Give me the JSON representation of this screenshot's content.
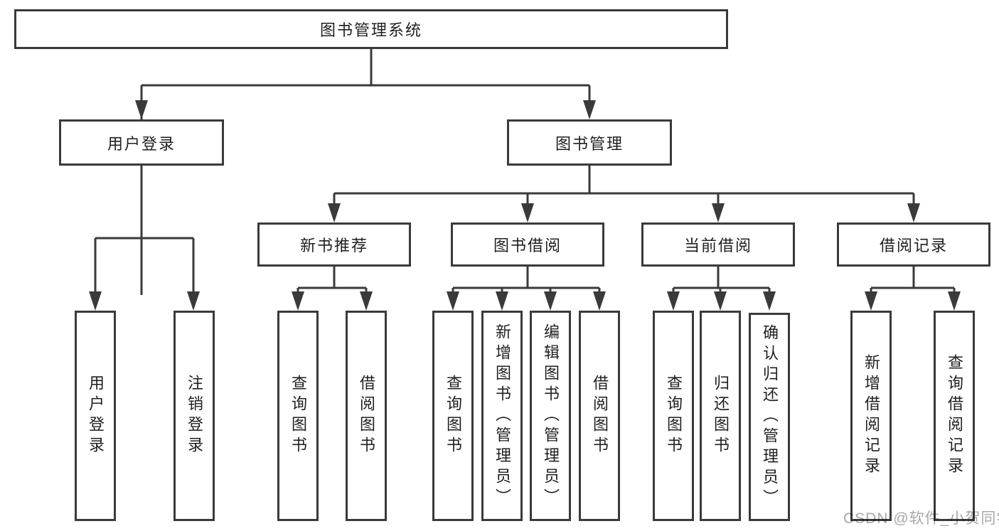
{
  "diagram": {
    "root": {
      "label": "图书管理系统"
    },
    "user_login": {
      "label": "用户登录",
      "children": [
        {
          "label": "用户登录"
        },
        {
          "label": "注销登录"
        }
      ]
    },
    "book_mgmt": {
      "label": "图书管理"
    },
    "new_book_rec": {
      "label": "新书推荐",
      "children": [
        {
          "label": "查询图书"
        },
        {
          "label": "借阅图书"
        }
      ]
    },
    "book_borrow": {
      "label": "图书借阅",
      "children": [
        {
          "label": "查询图书"
        },
        {
          "label": "新增图书（管理员）"
        },
        {
          "label": "编辑图书（管理员）"
        },
        {
          "label": "借阅图书"
        }
      ]
    },
    "current_borrow": {
      "label": "当前借阅",
      "children": [
        {
          "label": "查询图书"
        },
        {
          "label": "归还图书"
        },
        {
          "label": "确认归还（管理员）"
        }
      ]
    },
    "borrow_records": {
      "label": "借阅记录",
      "children": [
        {
          "label": "新增借阅记录"
        },
        {
          "label": "查询借阅记录"
        }
      ]
    }
  },
  "watermark": {
    "text": "CSDN @软件_小贺同学"
  },
  "colors": {
    "line": "#3a3a3a",
    "text": "#1f1f1f",
    "watermark": "#a8a8a8",
    "background": "#ffffff"
  }
}
